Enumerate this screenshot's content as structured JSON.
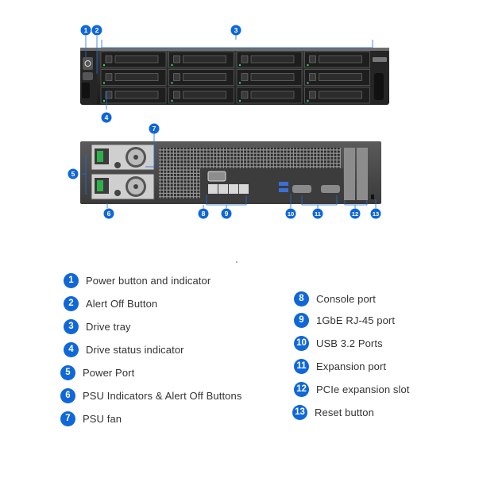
{
  "callouts": [
    {
      "num": "1",
      "label": "Power button and indicator"
    },
    {
      "num": "2",
      "label": "Alert Off Button"
    },
    {
      "num": "3",
      "label": "Drive tray"
    },
    {
      "num": "4",
      "label": "Drive status indicator"
    },
    {
      "num": "5",
      "label": "Power Port"
    },
    {
      "num": "6",
      "label": "PSU Indicators & Alert Off Buttons"
    },
    {
      "num": "7",
      "label": "PSU fan"
    },
    {
      "num": "8",
      "label": "Console port"
    },
    {
      "num": "9",
      "label": "1GbE RJ-45 port"
    },
    {
      "num": "10",
      "label": "USB 3.2 Ports"
    },
    {
      "num": "11",
      "label": "Expansion port"
    },
    {
      "num": "12",
      "label": "PCIe expansion slot"
    },
    {
      "num": "13",
      "label": "Reset button"
    }
  ],
  "colors": {
    "badge": "#0f67d8",
    "chassis": "#2b2b2b",
    "leader": "#1a6fe0",
    "drive_led": "#3bd16f"
  }
}
